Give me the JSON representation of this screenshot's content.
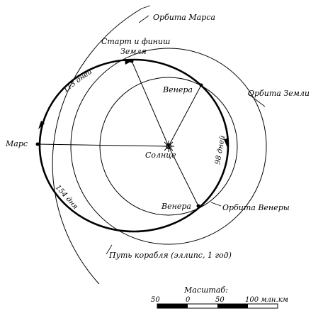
{
  "labels": {
    "mars_orbit": "Орбита Марса",
    "start_finish": "Старт и финиш",
    "earth_at_start": "Земля",
    "venus_upper": "Венера",
    "earth_orbit": "Орбита Земли",
    "mars": "Марс",
    "sun": "Солнце",
    "venus_lower": "Венера",
    "venus_orbit": "Орбита Венеры",
    "ship_path": "Путь корабля (эллипс, 1 год)"
  },
  "segments": {
    "leg_earth_mars": "113 дней",
    "leg_mars_venus": "154 дня",
    "leg_venus_earth": "98 дней"
  },
  "scale": {
    "title": "Масштаб:",
    "ticks": [
      "50",
      "0",
      "50",
      "100 млн.км"
    ]
  },
  "colors": {
    "ink": "#000000",
    "paper": "#ffffff"
  }
}
